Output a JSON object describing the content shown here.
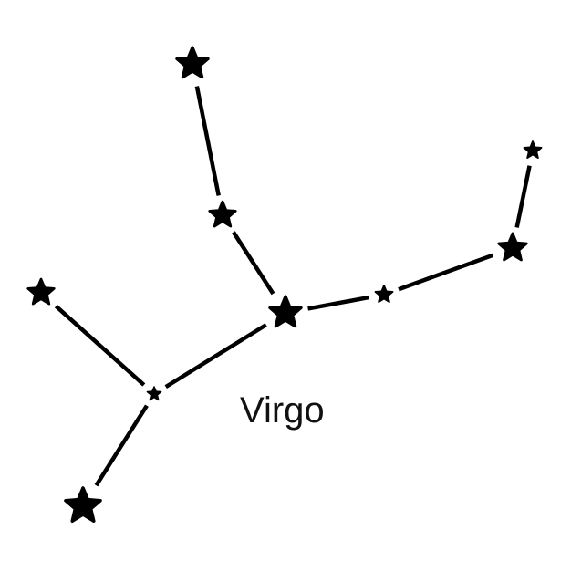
{
  "constellation": {
    "name": "Virgo"
  },
  "colors": {
    "ink": "#000000",
    "background": "#ffffff"
  },
  "stars": [
    {
      "id": "top"
    },
    {
      "id": "upper-middle"
    },
    {
      "id": "center"
    },
    {
      "id": "left"
    },
    {
      "id": "junction"
    },
    {
      "id": "bottom"
    },
    {
      "id": "right-mid"
    },
    {
      "id": "right-upper"
    },
    {
      "id": "right-top"
    }
  ],
  "connections": [
    [
      "top",
      "upper-middle"
    ],
    [
      "upper-middle",
      "center"
    ],
    [
      "center",
      "right-mid"
    ],
    [
      "right-mid",
      "right-upper"
    ],
    [
      "right-upper",
      "right-top"
    ],
    [
      "center",
      "junction"
    ],
    [
      "left",
      "junction"
    ],
    [
      "junction",
      "bottom"
    ]
  ]
}
